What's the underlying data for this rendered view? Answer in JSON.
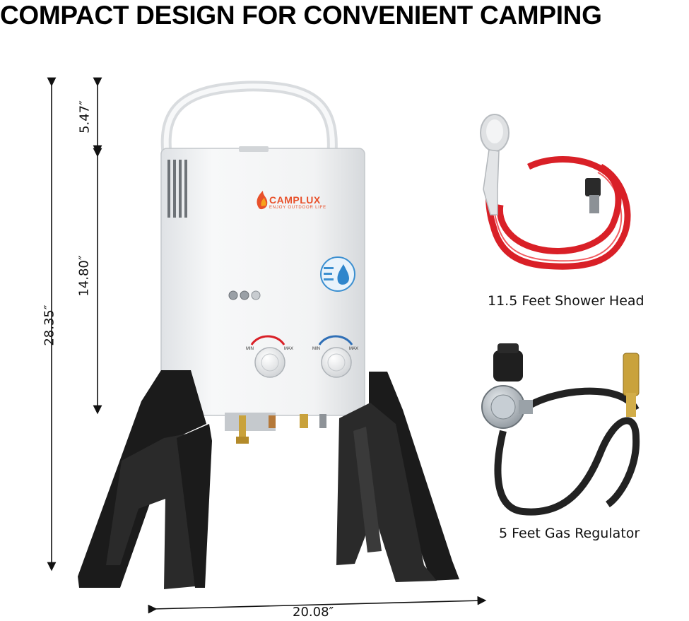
{
  "headline": "COMPACT DESIGN FOR CONVENIENT CAMPING",
  "dimensions": {
    "total_height": "28.35″",
    "handle_height": "5.47″",
    "body_height": "14.80″",
    "width": "20.08″"
  },
  "brand": {
    "name": "CAMPLUX",
    "tagline": "ENJOY OUTDOOR LIFE"
  },
  "knobs": {
    "left_min": "MIN",
    "left_max": "MAX",
    "right_min": "MIN",
    "right_max": "MAX"
  },
  "accessories": [
    {
      "caption": "11.5 Feet Shower Head"
    },
    {
      "caption": "5 Feet Gas Regulator"
    }
  ],
  "colors": {
    "heater_body": "#f2f3f4",
    "stand": "#1b1b1b",
    "hose_red": "#d92027",
    "hose_black": "#222222",
    "brass": "#c9a23c",
    "brand_orange": "#e8502a"
  }
}
